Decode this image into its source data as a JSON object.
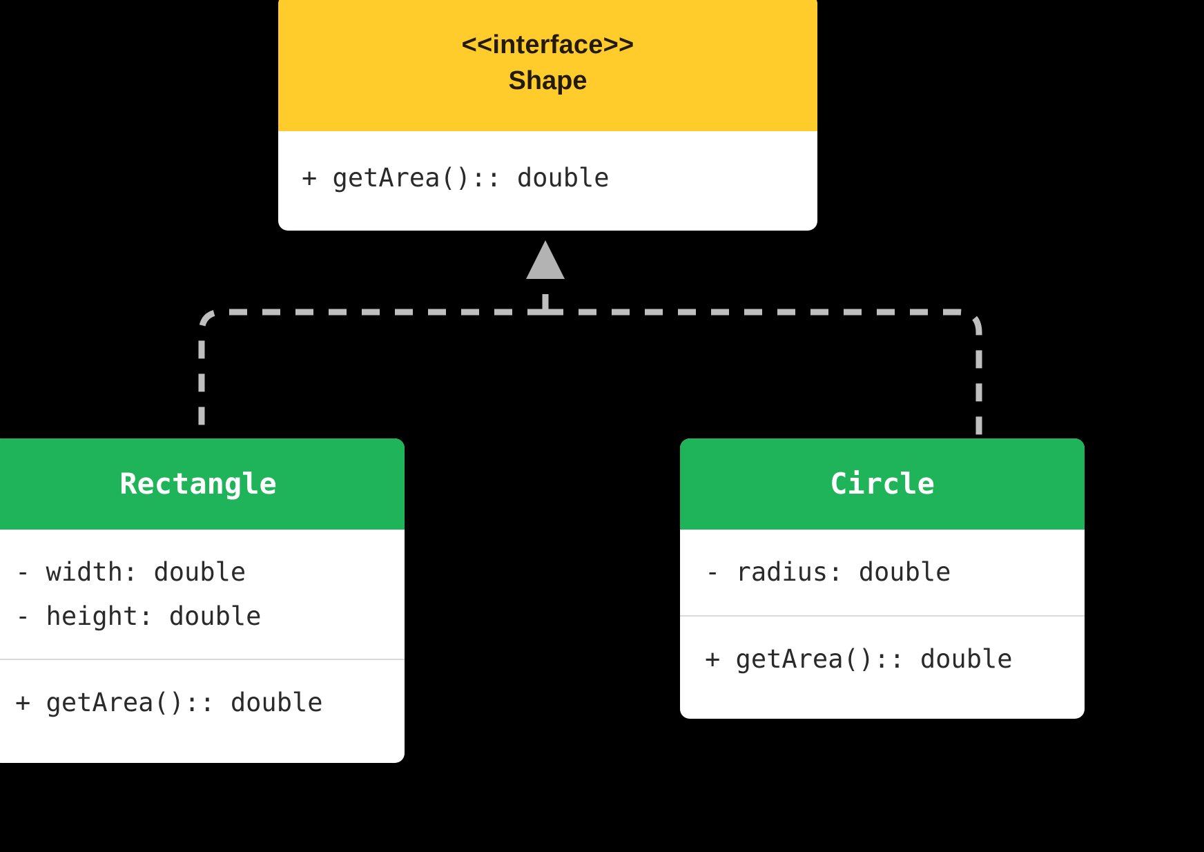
{
  "diagram": {
    "type": "uml-class-diagram",
    "background_color": "#000000",
    "relationship": "realization",
    "connector_color": "#BFBFBF"
  },
  "classes": [
    {
      "id": "shape",
      "name": "Shape",
      "stereotype": "<<interface>>",
      "header_color": "#FFCC2B",
      "header_text_color": "#231B06",
      "attributes": [],
      "methods": [
        "+ getArea():: double"
      ]
    },
    {
      "id": "rectangle",
      "name": "Rectangle",
      "stereotype": "",
      "header_color": "#1FB45A",
      "header_text_color": "#FFFFFF",
      "attributes": [
        "- width: double",
        "- height: double"
      ],
      "methods": [
        "+ getArea():: double"
      ]
    },
    {
      "id": "circle",
      "name": "Circle",
      "stereotype": "",
      "header_color": "#1FB45A",
      "header_text_color": "#FFFFFF",
      "attributes": [
        "- radius: double"
      ],
      "methods": [
        "+ getArea():: double"
      ]
    }
  ]
}
